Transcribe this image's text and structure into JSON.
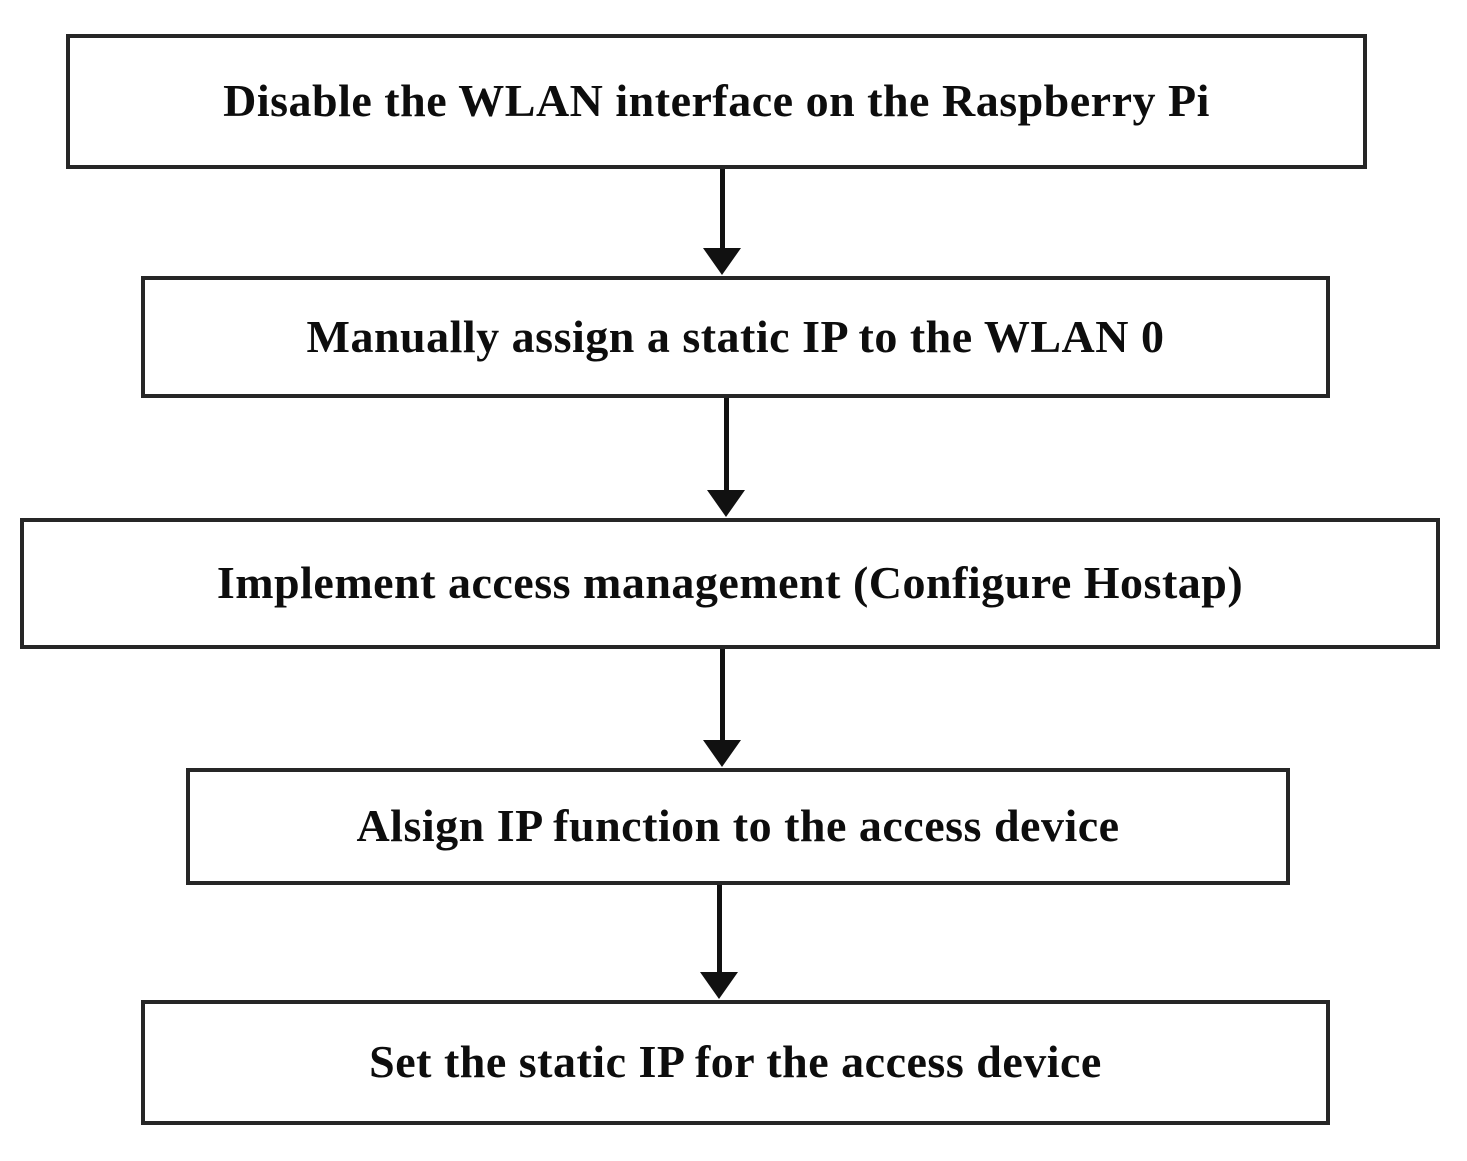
{
  "flowchart": {
    "steps": [
      {
        "label": "Disable the WLAN interface on the Raspberry Pi"
      },
      {
        "label": "Manually assign a static IP to the WLAN 0"
      },
      {
        "label": "Implement access management (Configure Hostap)"
      },
      {
        "label": "Alsign IP function to the access device"
      },
      {
        "label": "Set the static IP for the access device"
      }
    ]
  }
}
